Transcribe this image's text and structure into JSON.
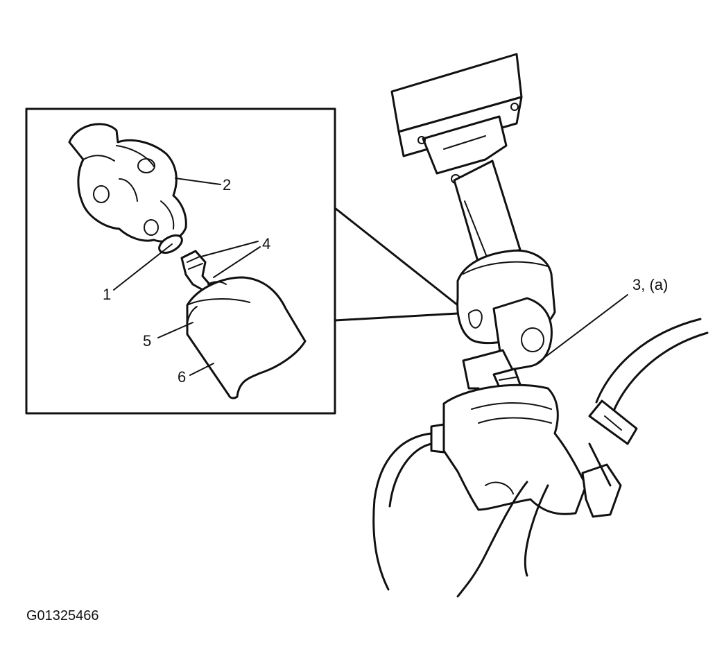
{
  "figure_code": "G01325466",
  "callouts": [
    {
      "id": "1",
      "text": "1"
    },
    {
      "id": "2",
      "text": "2"
    },
    {
      "id": "3",
      "text": "3, (a)"
    },
    {
      "id": "4",
      "text": "4"
    },
    {
      "id": "5",
      "text": "5"
    },
    {
      "id": "6",
      "text": "6"
    }
  ],
  "colors": {
    "ink": "#111111",
    "background": "#ffffff"
  }
}
